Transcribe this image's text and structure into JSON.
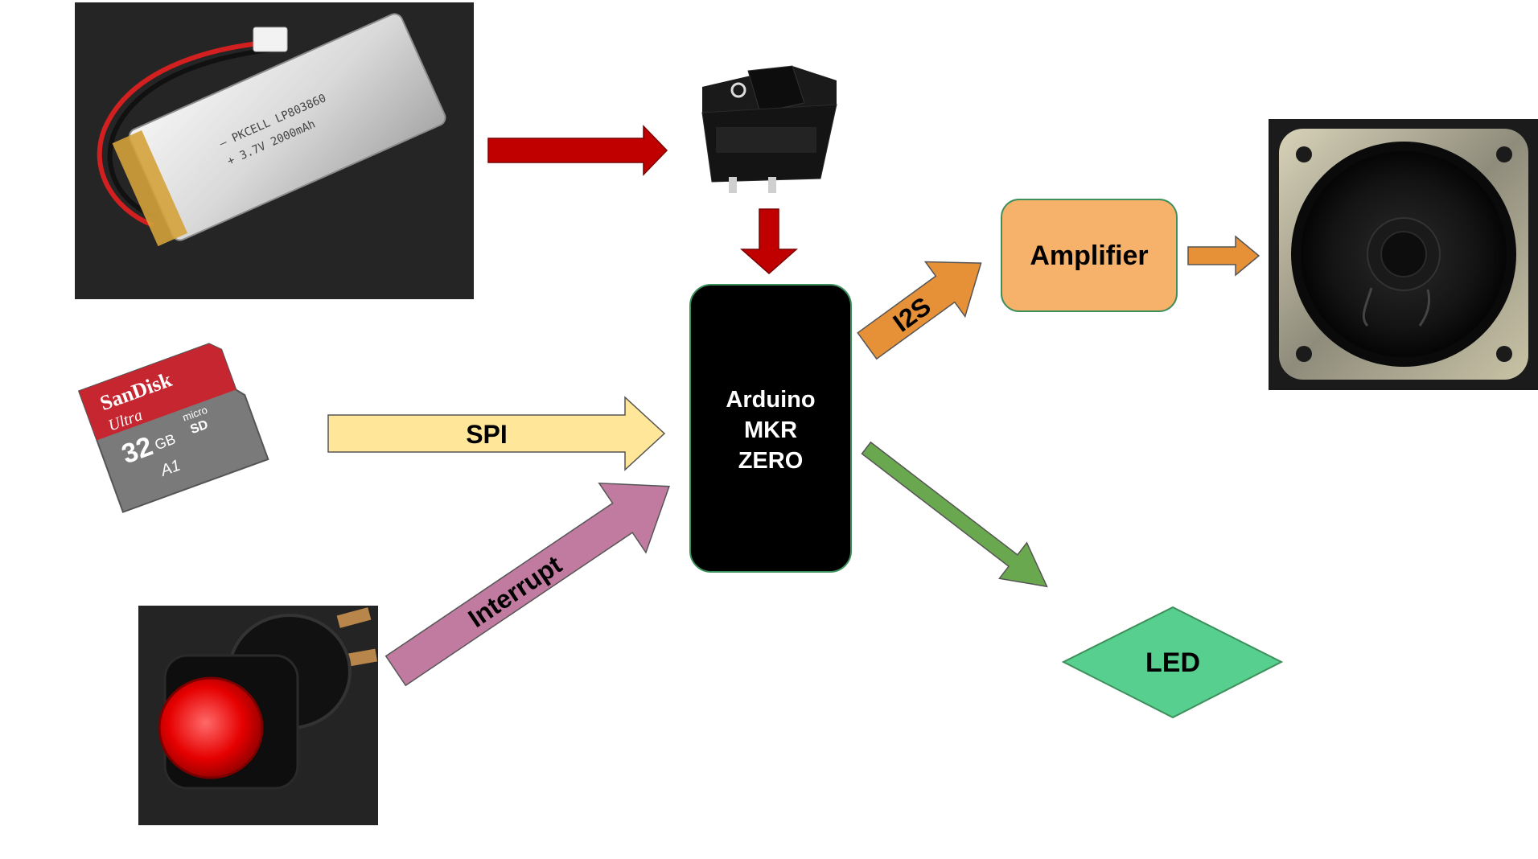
{
  "diagram": {
    "mcu": {
      "line1": "Arduino",
      "line2": "MKR",
      "line3": "ZERO"
    },
    "amplifier": {
      "label": "Amplifier"
    },
    "led": {
      "label": "LED"
    },
    "links": {
      "spi": "SPI",
      "i2s": "I2S",
      "interrupt": "Interrupt"
    },
    "battery": {
      "print_line1": "– PKCELL LP803860",
      "print_line2": "+ 3.7V 2000mAh"
    },
    "sd_card": {
      "brand": "SanDisk",
      "line": "Ultra",
      "capacity": "32",
      "capacity_unit": "GB",
      "format": "micro",
      "format2": "SD",
      "class_mark": "A1"
    },
    "colors": {
      "power_arrow": "#c00000",
      "spi_arrow": "#ffe699",
      "i2s_arrow": "#e69138",
      "interrupt_arrow": "#c27ba0",
      "led_arrow": "#6aa84f",
      "amplifier_fill": "#f6b26b",
      "led_fill": "#57d08f",
      "mcu_fill": "#000000",
      "node_border": "#3d8f5c"
    }
  }
}
